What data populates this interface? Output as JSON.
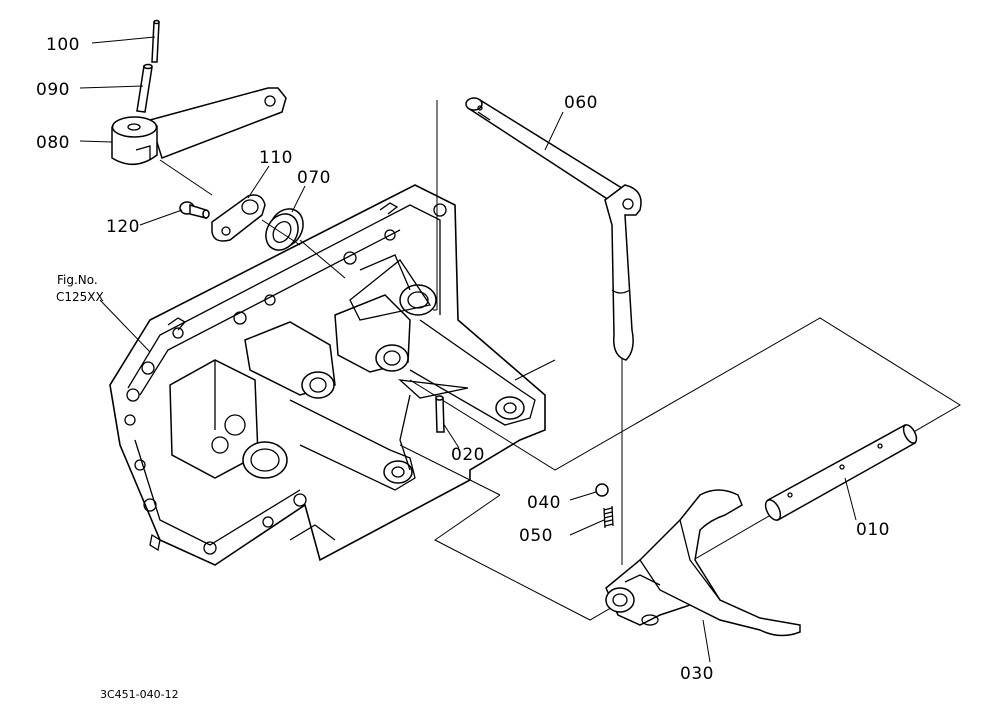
{
  "figure_ref": {
    "line1": "Fig.No.",
    "line2": "C125XX"
  },
  "drawing_id": "3C451-040-12",
  "parts": [
    {
      "id": "p100",
      "label": "100"
    },
    {
      "id": "p090",
      "label": "090"
    },
    {
      "id": "p080",
      "label": "080"
    },
    {
      "id": "p110",
      "label": "110"
    },
    {
      "id": "p070",
      "label": "070"
    },
    {
      "id": "p120",
      "label": "120"
    },
    {
      "id": "p060",
      "label": "060"
    },
    {
      "id": "p020",
      "label": "020"
    },
    {
      "id": "p040",
      "label": "040"
    },
    {
      "id": "p050",
      "label": "050"
    },
    {
      "id": "p010",
      "label": "010"
    },
    {
      "id": "p030",
      "label": "030"
    }
  ]
}
